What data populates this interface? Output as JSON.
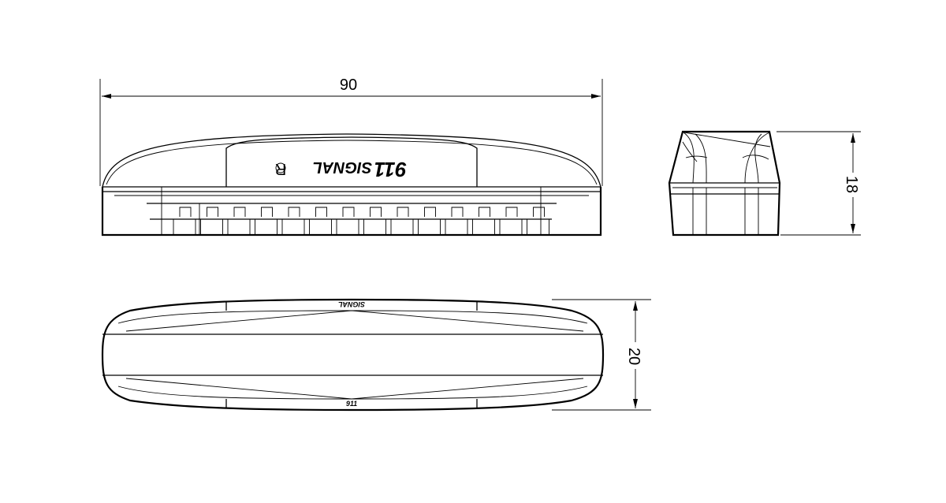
{
  "drawing": {
    "dimensions": {
      "width": "90",
      "height": "18",
      "depth": "20"
    },
    "logo": {
      "number": "911",
      "word": "SIGNAL",
      "mark": "R"
    },
    "line_color": "#000000",
    "background": "#ffffff"
  }
}
